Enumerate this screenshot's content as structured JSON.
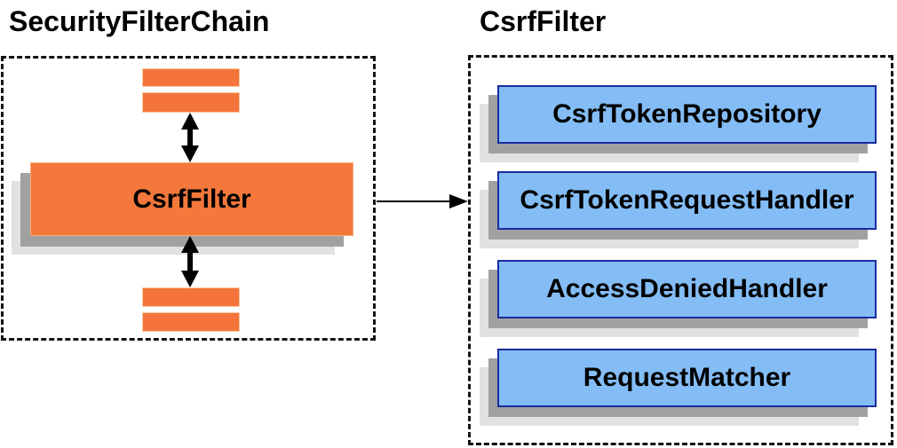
{
  "left_panel": {
    "title": "SecurityFilterChain",
    "filter_label": "CsrfFilter",
    "placeholder_bar_count": 4
  },
  "right_panel": {
    "title": "CsrfFilter",
    "components": [
      "CsrfTokenRepository",
      "CsrfTokenRequestHandler",
      "AccessDeniedHandler",
      "RequestMatcher"
    ]
  },
  "arrows": {
    "vertical": "bidirectional arrows linking CsrfFilter to other filters in the chain",
    "horizontal": "arrow from CsrfFilter node to CsrfFilter components container"
  },
  "colors": {
    "orange_fill": "#f4783b",
    "orange_border": "#f8a87c",
    "blue_fill": "#84bdf5",
    "blue_border": "#1b2c9e",
    "shadow_dark": "#a1a1a1",
    "shadow_light": "#e1e1e1",
    "dashed_border": "#111111",
    "text": "#000000",
    "background": "#ffffff"
  }
}
